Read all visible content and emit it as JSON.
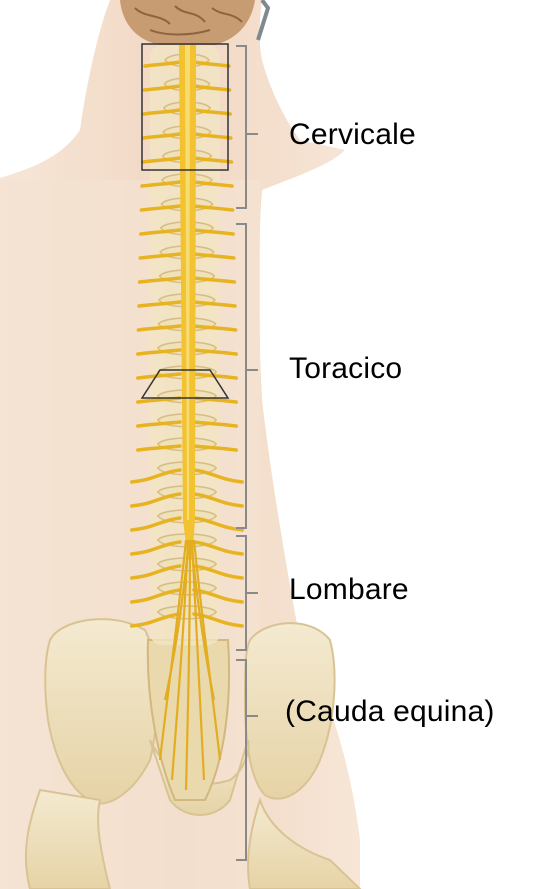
{
  "labels": {
    "cervical": "Cervicale",
    "thoracic": "Toracico",
    "lumbar": "Lombare",
    "cauda": "(Cauda equina)"
  },
  "colors": {
    "skin": "#f3dcc9",
    "bone": "#efe3bf",
    "cord": "#f2c230",
    "nerve": "#e8b321",
    "brain": "#c99a6e",
    "bracket": "#8a8a8a",
    "label": "#000000"
  }
}
